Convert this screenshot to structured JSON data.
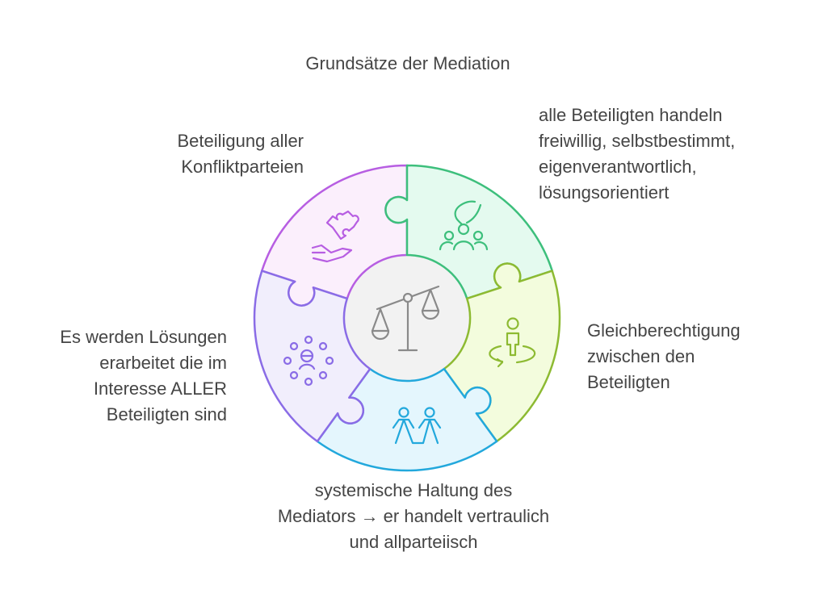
{
  "title": "Grundsätze der Mediation",
  "center": {
    "icon": "scales-icon",
    "color": "#8a8a8a",
    "fill": "#f2f2f2"
  },
  "segments": [
    {
      "id": "participation",
      "lines": [
        "Beteiligung aller",
        "Konfliktparteien"
      ],
      "icon": "hand-puzzle-icon",
      "stroke": "#b75ee2",
      "fill": "#fbeffc"
    },
    {
      "id": "voluntary",
      "lines": [
        "alle Beteiligten handeln",
        "freiwillig, selbstbestimmt,",
        "eigenverantwortlich,",
        "lösungsorientiert"
      ],
      "icon": "group-magnet-icon",
      "stroke": "#3dbf7c",
      "fill": "#e4faef"
    },
    {
      "id": "equality",
      "lines": [
        "Gleichberechtigung",
        "zwischen den",
        "Beteiligten"
      ],
      "icon": "person-rotate-icon",
      "stroke": "#8dba32",
      "fill": "#f3fcdd"
    },
    {
      "id": "systemic",
      "lines": [
        "systemische Haltung des",
        "Mediators → er handelt vertraulich",
        "und allparteiisch"
      ],
      "icon": "holding-hands-icon",
      "stroke": "#22a8dc",
      "fill": "#e4f6fd"
    },
    {
      "id": "solutions",
      "lines": [
        "Es werden Lösungen",
        "erarbeitet die im",
        "Interesse ALLER",
        "Beteiligten sind"
      ],
      "icon": "network-person-icon",
      "stroke": "#8a6ce6",
      "fill": "#f1eefc"
    }
  ]
}
